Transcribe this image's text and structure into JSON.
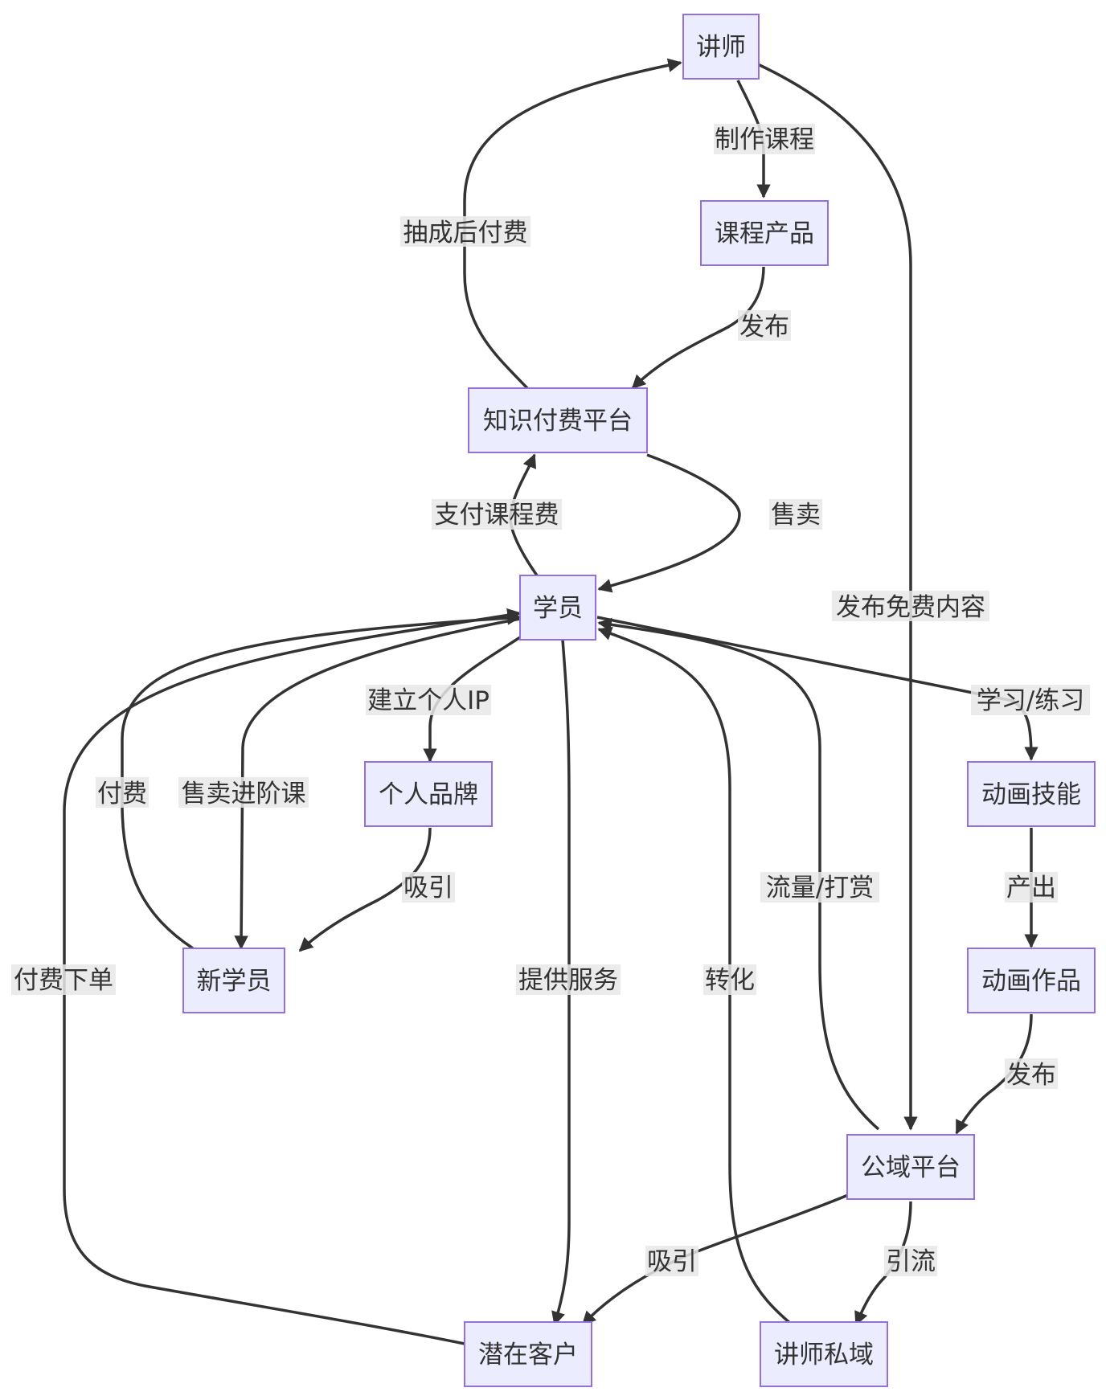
{
  "nodes": {
    "lecturer": "讲师",
    "course_product": "课程产品",
    "platform": "知识付费平台",
    "student": "学员",
    "personal_brand": "个人品牌",
    "new_student": "新学员",
    "anim_skill": "动画技能",
    "anim_work": "动画作品",
    "public_platform": "公域平台",
    "prospect": "潜在客户",
    "private_domain": "讲师私域"
  },
  "edges": {
    "make_course": "制作课程",
    "publish_course": "发布",
    "commission": "抽成后付费",
    "sell": "售卖",
    "pay_fee": "支付课程费",
    "publish_free": "发布免费内容",
    "build_ip": "建立个人IP",
    "attract_new": "吸引",
    "pay": "付费",
    "sell_advanced": "售卖进阶课",
    "study": "学习/练习",
    "produce": "产出",
    "publish_work": "发布",
    "traffic_tips": "流量/打赏",
    "convert": "转化",
    "provide_service": "提供服务",
    "paid_order": "付费下单",
    "attract_prospect": "吸引",
    "drive_traffic": "引流"
  }
}
